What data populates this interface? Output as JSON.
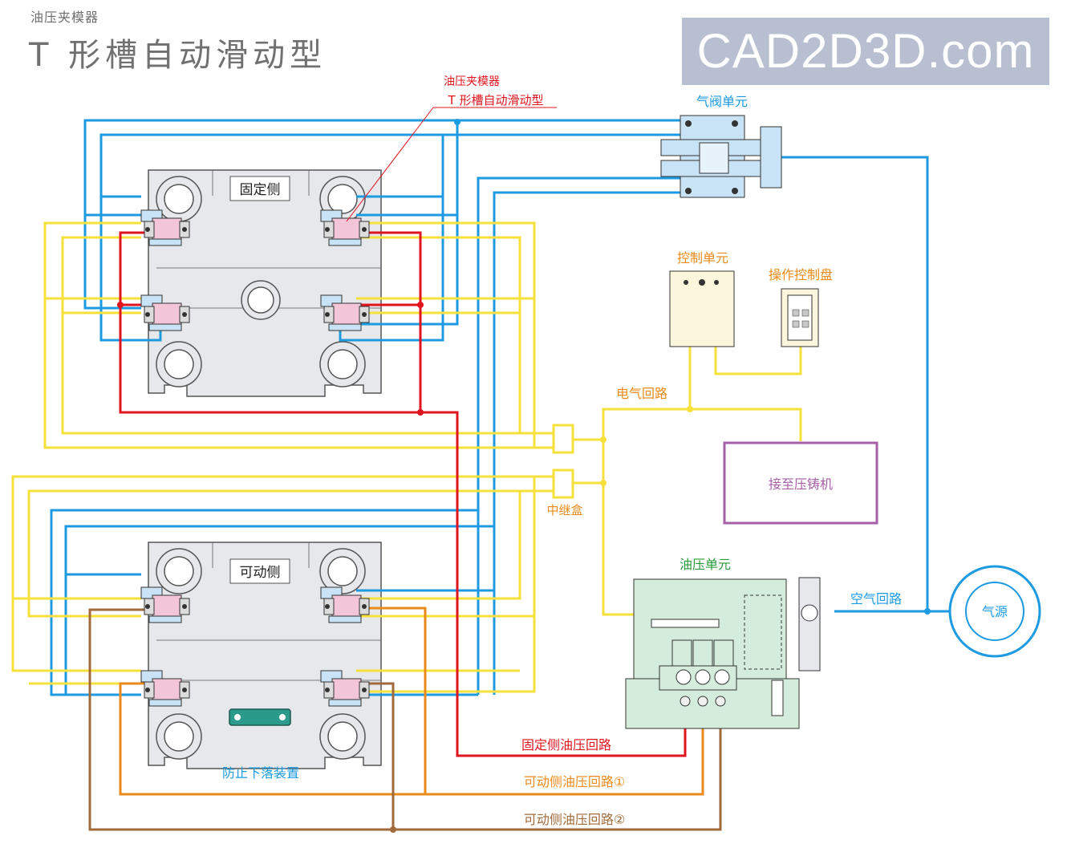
{
  "header": {
    "small_title": "油压夹模器",
    "big_title": "T 形槽自动滑动型"
  },
  "watermark": "CAD2D3D.com",
  "callout": {
    "line1": "油压夹模器",
    "line2": "T 形槽自动滑动型"
  },
  "labels": {
    "fixed_side": "固定侧",
    "movable_side": "可动侧",
    "air_valve_unit": "气阀单元",
    "control_unit": "控制单元",
    "operation_panel": "操作控制盘",
    "electric_circuit": "电气回路",
    "to_die_casting": "接至压铸机",
    "relay_box": "中继盒",
    "hydraulic_unit": "油压单元",
    "air_circuit": "空气回路",
    "air_source": "气源",
    "anti_drop": "防止下落装置",
    "fixed_oil_circuit": "固定侧油压回路",
    "movable_oil_circuit_1": "可动侧油压回路①",
    "movable_oil_circuit_2": "可动侧油压回路②"
  },
  "colors": {
    "air_line": "#1d9be0",
    "electric_line": "#f6e03a",
    "fixed_oil": "#e0141e",
    "movable_oil_1": "#ea8a1a",
    "movable_oil_2": "#a06a3a",
    "machine_body": "#e6e8ec",
    "machine_outline": "#555555",
    "clamp_pink": "#f2c6d6",
    "valve_blue": "#c8e2f6",
    "hydraulic_green": "#d4ecdc",
    "panel_yellow": "#fbf6dc",
    "die_casting_box": "#a660a8",
    "title_text": "#707070"
  }
}
